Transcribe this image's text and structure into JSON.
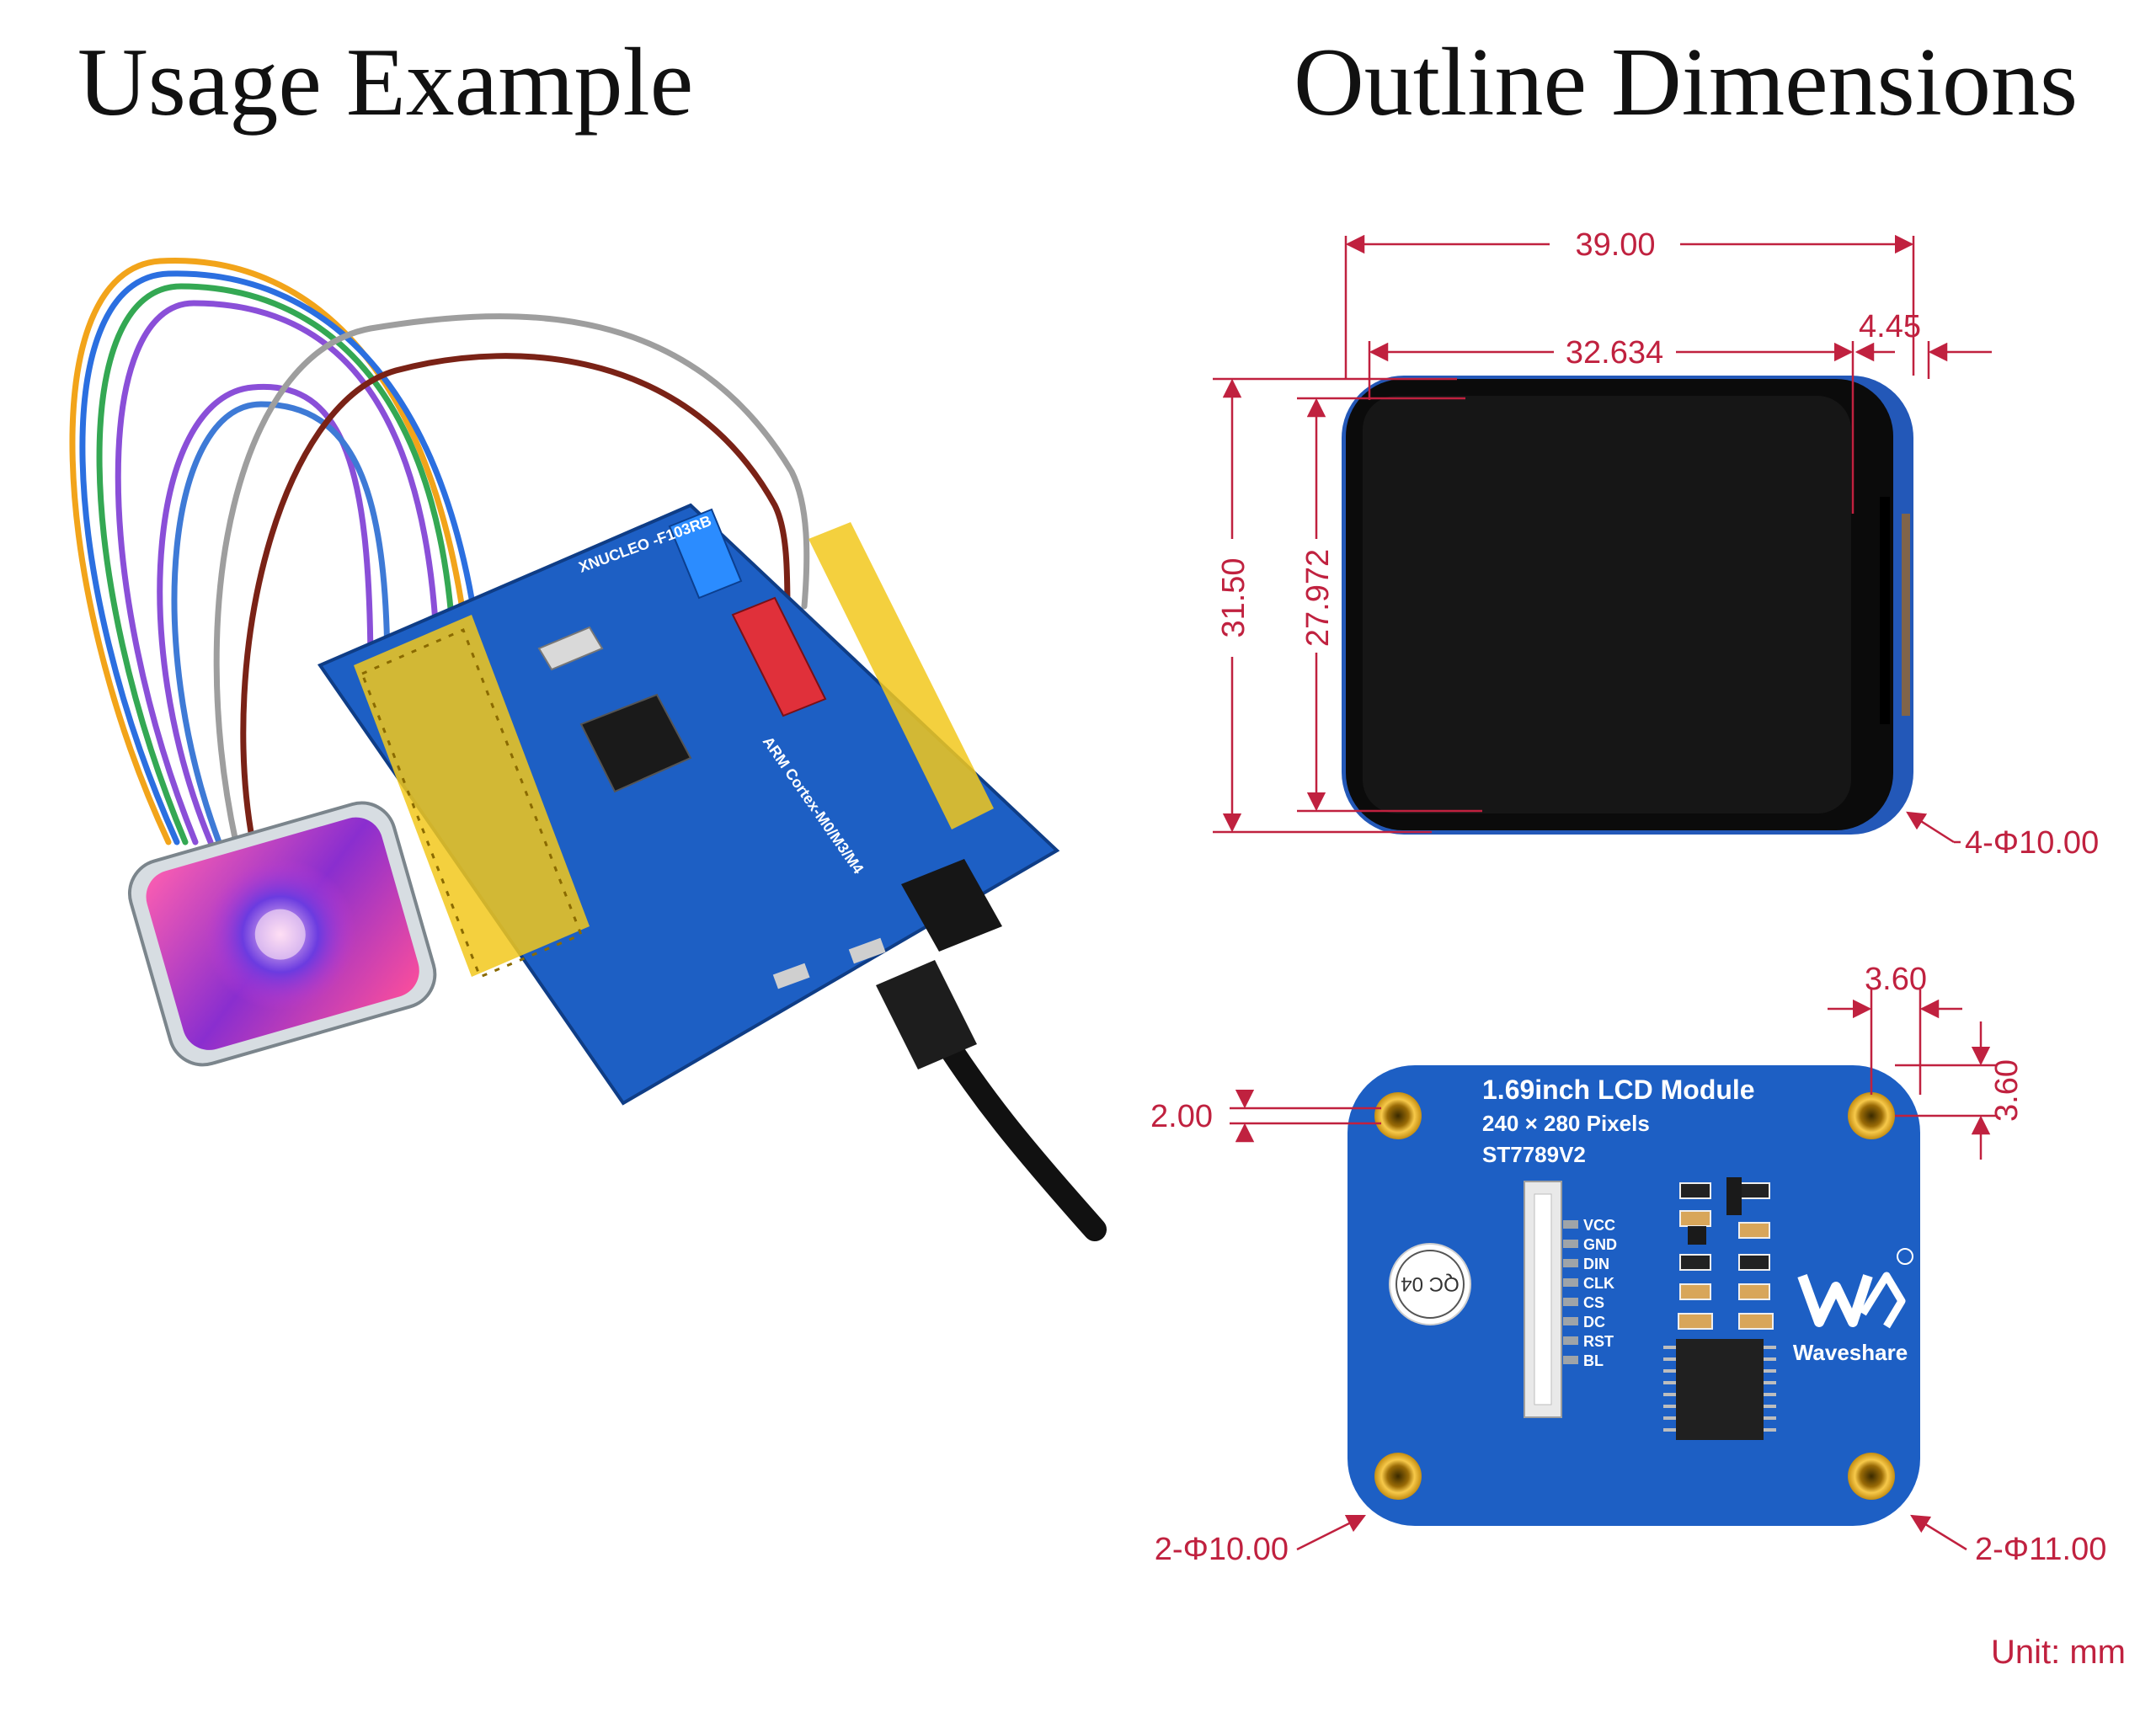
{
  "headings": {
    "usage": "Usage Example",
    "outline": "Outline Dimensions"
  },
  "dimensions": {
    "outer_width": "39.00",
    "active_width": "32.634",
    "side_offset": "4.45",
    "outer_height": "31.50",
    "active_height": "27.972",
    "corner_radius": "4-Φ10.00",
    "hole_offset_x": "3.60",
    "hole_offset_y": "3.60",
    "hole_diameter": "2.00",
    "left_corner": "2-Φ10.00",
    "right_corner": "2-Φ11.00"
  },
  "module": {
    "title": "1.69inch LCD Module",
    "resolution": "240 × 280 Pixels",
    "driver": "ST7789V2",
    "pins": [
      "VCC",
      "GND",
      "DIN",
      "CLK",
      "CS",
      "DC",
      "RST",
      "BL"
    ],
    "brand": "Waveshare",
    "qc": "QC 04"
  },
  "unit": "Unit: mm",
  "colors": {
    "dimension": "#c0213f",
    "pcb_blue": "#1d5fc4",
    "headers_yellow": "#f2c81c",
    "screen_black": "#0b0b0b"
  }
}
